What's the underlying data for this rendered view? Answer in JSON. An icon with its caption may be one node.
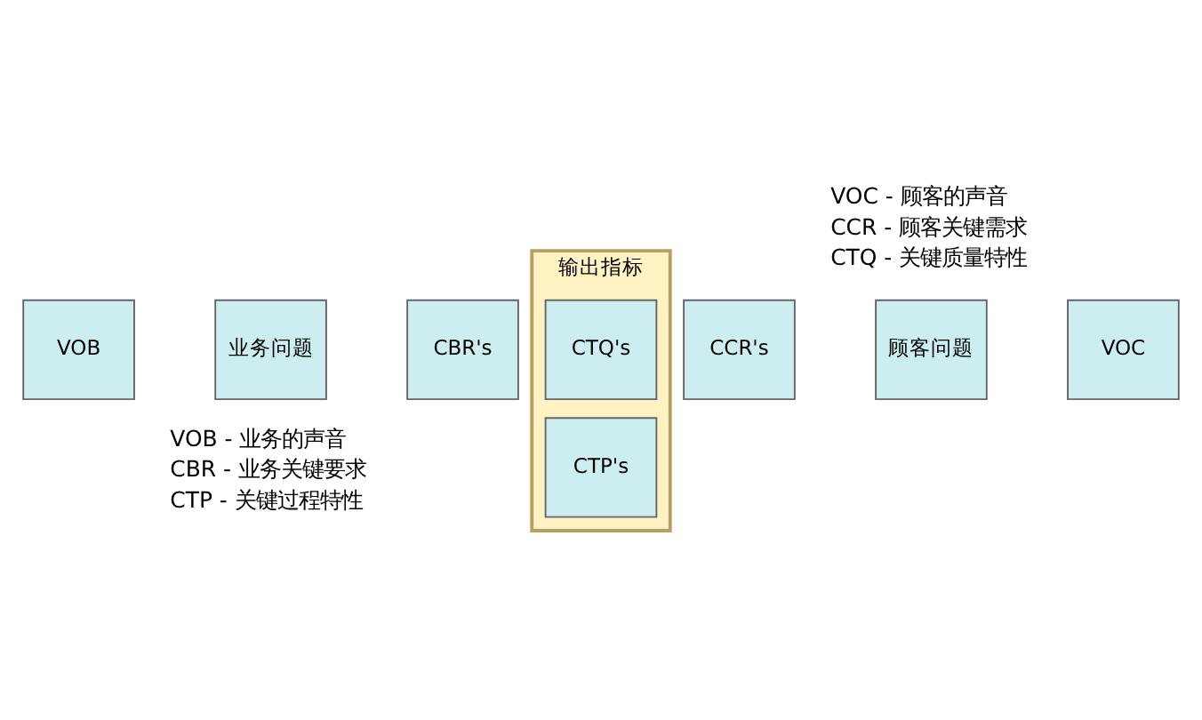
{
  "diagram": {
    "nodes": [
      {
        "text": [
          "VOB"
        ]
      },
      {
        "text": [
          "业务问题"
        ]
      },
      {
        "text": [
          "CBR's"
        ]
      },
      {
        "text": [
          "输出指标"
        ]
      },
      {
        "text": [
          "CTQ's"
        ],
        "in": 3
      },
      {
        "text": [
          "CTP's"
        ],
        "in": 3
      },
      {
        "text": [
          "CCR's"
        ]
      },
      {
        "text": [
          "顾客问题"
        ]
      },
      {
        "text": [
          "VOC"
        ]
      }
    ],
    "edges": [],
    "labels": [
      "VOC - 顾客的声音",
      "CCR - 顾客关键需求",
      "CTQ - 关键质量特性",
      "VOB - 业务的声音",
      "CBR - 业务关键要求",
      "CTP - 关键过程特性"
    ]
  }
}
